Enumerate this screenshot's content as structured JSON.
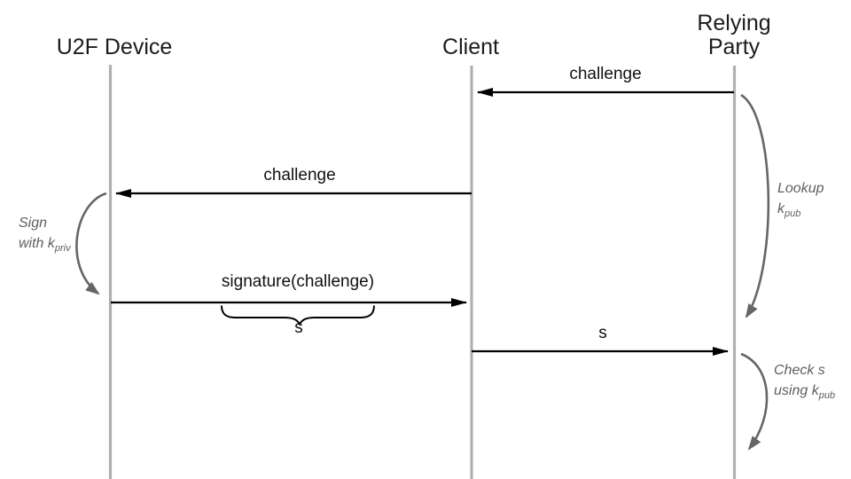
{
  "diagram": {
    "actors": [
      {
        "name": "U2F Device",
        "lines": [
          "U2F Device"
        ]
      },
      {
        "name": "Client",
        "lines": [
          "Client"
        ]
      },
      {
        "name": "Relying Party",
        "lines": [
          "Relying",
          "Party"
        ]
      }
    ],
    "messages": [
      {
        "label": "challenge",
        "from": "Relying Party",
        "to": "Client"
      },
      {
        "label": "challenge",
        "from": "Client",
        "to": "U2F Device"
      },
      {
        "label": "signature(challenge)",
        "from": "U2F Device",
        "to": "Client"
      },
      {
        "label": "s",
        "from": "Client",
        "to": "Relying Party"
      }
    ],
    "annotations": {
      "brace_label": "s",
      "sign": {
        "line1": "Sign",
        "line2_text": "with k",
        "line2_sub": "priv"
      },
      "lookup": {
        "line1": "Lookup",
        "line2_text": "k",
        "line2_sub": "pub"
      },
      "check": {
        "line1": "Check s",
        "line2_text": "using k",
        "line2_sub": "pub"
      }
    },
    "colors": {
      "background": "#ffffff",
      "lifeline": "#b0b0b0",
      "message_arrow": "#000000",
      "self_arrow": "#666666",
      "annotation_text": "#5f5f5f",
      "label_text": "#1c1c1c"
    }
  }
}
